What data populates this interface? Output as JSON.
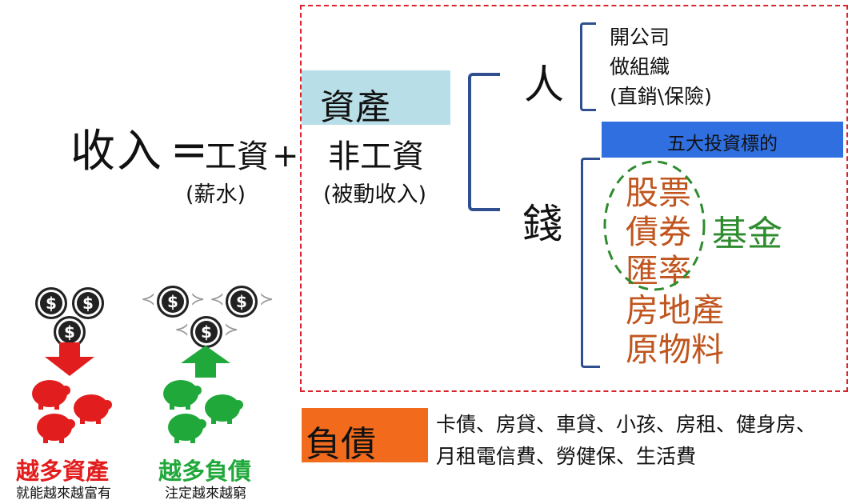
{
  "formula": {
    "income": "收入",
    "equals": "=",
    "wage": "工資",
    "plus": "+",
    "wage_note": "(薪水)",
    "non_wage": "非工資",
    "non_wage_note": "(被動收入)"
  },
  "asset": {
    "label": "資產"
  },
  "branches": {
    "person": "人",
    "money": "錢"
  },
  "person_items": [
    "開公司",
    "做組織",
    "(直銷\\保險)"
  ],
  "top5": {
    "title": "五大投資標的",
    "bar_color": "#2f6fe0"
  },
  "investments": [
    "股票",
    "債券",
    "匯率",
    "房地產",
    "原物料"
  ],
  "fund": "基金",
  "liability": {
    "label": "負債",
    "line1": "卡債、房貸、車貸、小孩、房租、健身房、",
    "line2": "月租電信費、勞健保、生活費"
  },
  "icons": {
    "coin_symbol": "$",
    "asset_side": {
      "title": "越多資產",
      "subtitle": "就能越來越富有",
      "color": "#e21d1d"
    },
    "liability_side": {
      "title": "越多負債",
      "subtitle": "注定越來越窮",
      "color": "#21a83b"
    }
  }
}
